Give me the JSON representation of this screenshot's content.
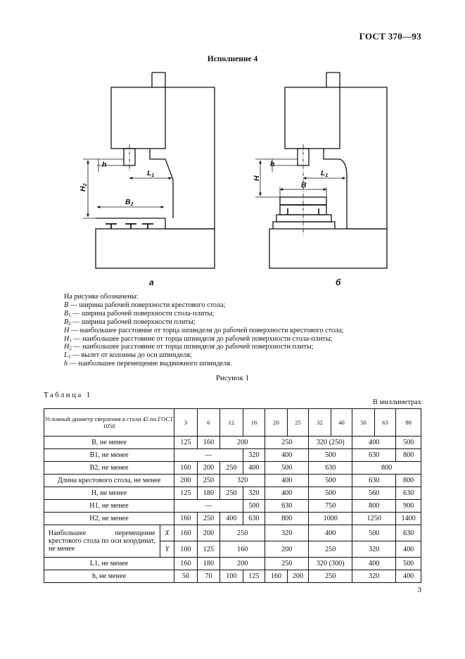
{
  "header": {
    "doc_code": "ГОСТ 370—93"
  },
  "figure": {
    "heading": "Исполнение 4",
    "caption": "Рисунок 1",
    "left": {
      "label": "а",
      "dims": [
        "h",
        "H",
        "2",
        "L",
        "1",
        "B",
        "2"
      ]
    },
    "right": {
      "label": "б",
      "dims": [
        "h",
        "H",
        "L",
        "1",
        "B"
      ]
    }
  },
  "legend": {
    "intro": "На рисунке обозначены:",
    "items": [
      {
        "sym": "B",
        "sub": "",
        "text": " — ширина рабочей поверхности крестового стола;"
      },
      {
        "sym": "B",
        "sub": "1",
        "text": " — ширина рабочей поверхности стола-плиты;"
      },
      {
        "sym": "B",
        "sub": "2",
        "text": " — ширина рабочей поверхности плиты;"
      },
      {
        "sym": "H",
        "sub": "",
        "text": " — наибольшее расстояние от торца шпинделя до рабочей поверхности крестового стола;"
      },
      {
        "sym": "H",
        "sub": "1",
        "text": " — наибольшее расстояние от торца шпинделя до рабочей поверхности стола-плиты;"
      },
      {
        "sym": "H",
        "sub": "2",
        "text": " — наибольшее расстояние от торца шпинделя до рабочей поверхности плиты;"
      },
      {
        "sym": "L",
        "sub": "1",
        "text": " — вылет от колонны до оси шпинделя;"
      },
      {
        "sym": "h",
        "sub": "",
        "text": " — наибольшее перемещение выдвижного шпинделя."
      }
    ]
  },
  "table": {
    "title": "Таблица 1",
    "units": "В миллиметрах",
    "header_label": "Условный диаметр сверления в стали 45 по ГОСТ 1050",
    "header_values": [
      "3",
      "6",
      "12",
      "16",
      "20",
      "25",
      "32",
      "40",
      "50",
      "63",
      "80"
    ],
    "rows": [
      {
        "label": "B, не менее",
        "cells": [
          [
            "125",
            1
          ],
          [
            "160",
            1
          ],
          [
            "200",
            2
          ],
          [
            "250",
            2
          ],
          [
            "320 (250)",
            2
          ],
          [
            "400",
            2
          ],
          [
            "500",
            1
          ]
        ]
      },
      {
        "label": "B1, не менее",
        "cells": [
          [
            "—",
            3
          ],
          [
            "320",
            1
          ],
          [
            "400",
            2
          ],
          [
            "500",
            2
          ],
          [
            "630",
            2
          ],
          [
            "800",
            1
          ]
        ]
      },
      {
        "label": "B2, не менее",
        "cells": [
          [
            "160",
            1
          ],
          [
            "200",
            1
          ],
          [
            "250",
            1
          ],
          [
            "400",
            1
          ],
          [
            "500",
            2
          ],
          [
            "630",
            2
          ],
          [
            "800",
            3
          ]
        ]
      },
      {
        "label": "Длина крестового стола, не менее",
        "cells": [
          [
            "200",
            1
          ],
          [
            "250",
            1
          ],
          [
            "320",
            2
          ],
          [
            "400",
            2
          ],
          [
            "500",
            2
          ],
          [
            "630",
            2
          ],
          [
            "800",
            1
          ]
        ]
      },
      {
        "label": "H, не менее",
        "cells": [
          [
            "125",
            1
          ],
          [
            "180",
            1
          ],
          [
            "250",
            1
          ],
          [
            "320",
            1
          ],
          [
            "400",
            2
          ],
          [
            "500",
            2
          ],
          [
            "560",
            2
          ],
          [
            "630",
            1
          ]
        ]
      },
      {
        "label": "H1, не менее",
        "cells": [
          [
            "—",
            3
          ],
          [
            "500",
            1
          ],
          [
            "630",
            2
          ],
          [
            "750",
            2
          ],
          [
            "800",
            2
          ],
          [
            "900",
            1
          ]
        ]
      },
      {
        "label": "H2, не менее",
        "cells": [
          [
            "160",
            1
          ],
          [
            "250",
            1
          ],
          [
            "400",
            1
          ],
          [
            "630",
            1
          ],
          [
            "800",
            2
          ],
          [
            "1000",
            2
          ],
          [
            "1250",
            2
          ],
          [
            "1400",
            1
          ]
        ]
      }
    ],
    "travel": {
      "label": "Наибольшее перемещение крестового стола по оси координат, не менее",
      "x": {
        "axis": "X",
        "cells": [
          [
            "160",
            1
          ],
          [
            "200",
            1
          ],
          [
            "250",
            2
          ],
          [
            "320",
            2
          ],
          [
            "400",
            2
          ],
          [
            "500",
            2
          ],
          [
            "630",
            1
          ]
        ]
      },
      "y": {
        "axis": "Y",
        "cells": [
          [
            "100",
            1
          ],
          [
            "125",
            1
          ],
          [
            "160",
            2
          ],
          [
            "200",
            2
          ],
          [
            "250",
            2
          ],
          [
            "320",
            2
          ],
          [
            "400",
            1
          ]
        ]
      }
    },
    "rows_after": [
      {
        "label": "L1, не менее",
        "cells": [
          [
            "160",
            1
          ],
          [
            "180",
            1
          ],
          [
            "200",
            2
          ],
          [
            "250",
            2
          ],
          [
            "320 (300)",
            2
          ],
          [
            "400",
            2
          ],
          [
            "500",
            1
          ]
        ]
      },
      {
        "label": "h, не менее",
        "cells": [
          [
            "50",
            1
          ],
          [
            "70",
            1
          ],
          [
            "100",
            1
          ],
          [
            "125",
            1
          ],
          [
            "160",
            1
          ],
          [
            "200",
            1
          ],
          [
            "250",
            2
          ],
          [
            "320",
            2
          ],
          [
            "400",
            1
          ]
        ]
      }
    ]
  },
  "page_number": "3"
}
